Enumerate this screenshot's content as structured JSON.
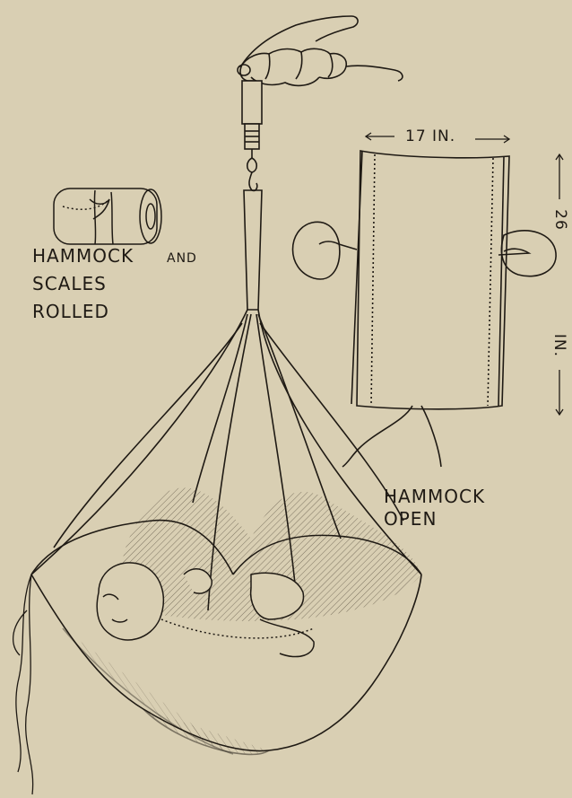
{
  "background_color": "#d9cfb3",
  "ink_color": "#1f1a14",
  "shade_color": "#bfb294",
  "labels": {
    "rolled_line1_a": "HAMMOCK",
    "rolled_line1_b": "AND",
    "rolled_line2": "SCALES",
    "rolled_line3": "ROLLED",
    "open_line1": "HAMMOCK",
    "open_line2": "OPEN",
    "width_dimension": "17 IN.",
    "height_number": "26",
    "height_unit": "IN."
  }
}
